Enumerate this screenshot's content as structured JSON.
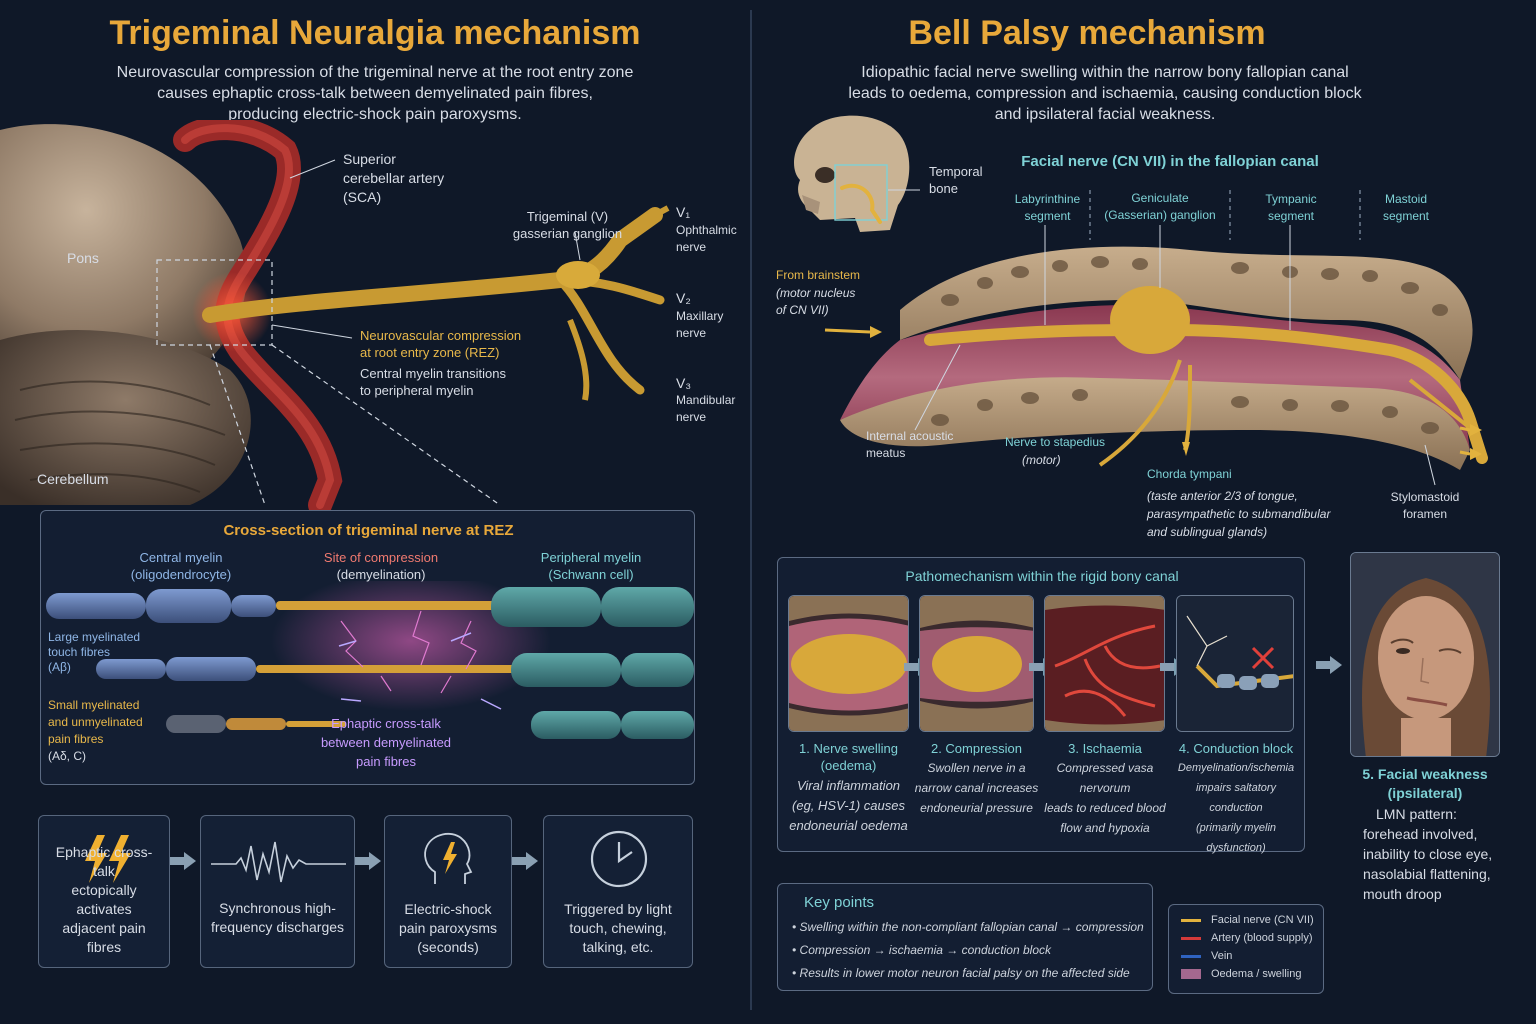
{
  "left": {
    "title": "Trigeminal Neuralgia mechanism",
    "subtitle": [
      "Neurovascular compression of the trigeminal nerve at the root entry zone",
      "causes ephaptic cross-talk between demyelinated pain fibres,",
      "producing electric-shock pain paroxysms."
    ],
    "labels": {
      "pons": "Pons",
      "cerebellum": "Cerebellum",
      "sca": [
        "Superior",
        "cerebellar artery",
        "(SCA)"
      ],
      "ganglion": [
        "Trigeminal (V)",
        "gasserian ganglion"
      ],
      "v1": "V₁",
      "v1_name": [
        "Ophthalmic",
        "nerve"
      ],
      "v2": "V₂",
      "v2_name": [
        "Maxillary",
        "nerve"
      ],
      "v3": "V₃",
      "v3_name": [
        "Mandibular",
        "nerve"
      ],
      "compression": [
        "Neurovascular compression",
        "at root entry zone (REZ)"
      ],
      "transition": [
        "Central myelin transitions",
        "to peripheral myelin"
      ]
    },
    "cross_section": {
      "title": "Cross-section of trigeminal nerve at REZ",
      "central": [
        "Central myelin",
        "(oligodendrocyte)"
      ],
      "site": [
        "Site of compression",
        "(demyelination)"
      ],
      "peripheral": [
        "Peripheral myelin",
        "(Schwann cell)"
      ],
      "large": [
        "Large myelinated",
        "touch fibres",
        "(Aβ)"
      ],
      "small": [
        "Small myelinated",
        "and unmyelinated",
        "pain fibres",
        "(Aδ, C)"
      ],
      "ephaptic": [
        "Ephaptic cross-talk",
        "between demyelinated",
        "pain fibres"
      ]
    },
    "flow": [
      {
        "icon": "lightning-icon",
        "text": [
          "Ephaptic cross-talk",
          "ectopically activates",
          "adjacent pain fibres"
        ]
      },
      {
        "icon": "waveform-icon",
        "text": [
          "Synchronous high-",
          "frequency discharges"
        ]
      },
      {
        "icon": "head-lightning-icon",
        "text": [
          "Electric-shock",
          "pain paroxysms",
          "(seconds)"
        ]
      },
      {
        "icon": "clock-icon",
        "text": [
          "Triggered by light",
          "touch, chewing,",
          "talking, etc."
        ]
      }
    ]
  },
  "right": {
    "title": "Bell Palsy mechanism",
    "subtitle": [
      "Idiopathic facial nerve swelling within the narrow bony fallopian canal",
      "leads to oedema, compression and ischaemia, causing conduction block",
      "and ipsilateral facial weakness."
    ],
    "labels": {
      "temporal": [
        "Temporal",
        "bone"
      ],
      "canal_title": "Facial nerve (CN VII) in the fallopian canal",
      "labyrinthine": [
        "Labyrinthine",
        "segment"
      ],
      "geniculate": [
        "Geniculate",
        "(Gasserian) ganglion"
      ],
      "tympanic": [
        "Tympanic",
        "segment"
      ],
      "mastoid": [
        "Mastoid",
        "segment"
      ],
      "from_brainstem": "From brainstem",
      "motor_nucleus": [
        "(motor nucleus",
        "of CN VII)"
      ],
      "internal_meatus": [
        "Internal acoustic",
        "meatus"
      ],
      "stapedius": "Nerve to stapedius",
      "stapedius_sub": "(motor)",
      "chorda": "Chorda tympani",
      "chorda_sub": [
        "(taste anterior 2/3 of tongue,",
        "parasympathetic to submandibular",
        "and sublingual glands)"
      ],
      "stylomastoid": [
        "Stylomastoid",
        "foramen"
      ]
    },
    "patho": {
      "title": "Pathomechanism within the rigid bony canal",
      "steps": [
        {
          "title": [
            "1. Nerve swelling",
            "(oedema)"
          ],
          "desc": [
            "Viral inflammation",
            "(eg, HSV-1) causes",
            "endoneurial oedema"
          ]
        },
        {
          "title": [
            "2. Compression"
          ],
          "desc": [
            "Swollen nerve in a",
            "narrow canal increases",
            "endoneurial pressure"
          ]
        },
        {
          "title": [
            "3. Ischaemia"
          ],
          "desc": [
            "Compressed vasa nervorum",
            "leads to reduced blood",
            "flow and hypoxia"
          ]
        },
        {
          "title": [
            "4. Conduction block"
          ],
          "desc": [
            "Demyelination/ischemia",
            "impairs saltatory conduction",
            "(primarily myelin dysfunction)"
          ]
        }
      ]
    },
    "weakness": {
      "title": [
        "5. Facial weakness",
        "(ipsilateral)"
      ],
      "desc": [
        "LMN pattern:",
        "forehead involved,",
        "inability to close eye,",
        "nasolabial flattening,",
        "mouth droop"
      ]
    },
    "key_points": {
      "title": "Key points",
      "items": [
        "Swelling within the non-compliant fallopian canal → compression",
        "Compression → ischaemia → conduction block",
        "Results in lower motor neuron facial palsy on the affected side"
      ]
    },
    "legend": [
      {
        "label": "Facial nerve (CN VII)",
        "color": "#e2b23e"
      },
      {
        "label": "Artery (blood supply)",
        "color": "#d43a3a"
      },
      {
        "label": "Vein",
        "color": "#2f63c0"
      },
      {
        "label": "Oedema / swelling",
        "color": "#a4688f"
      }
    ]
  },
  "colors": {
    "title": "#e8a83a",
    "teal": "#7fd2d6",
    "nerve": "#e2b23e",
    "artery": "#b8322e",
    "bg": "#0f1828"
  }
}
